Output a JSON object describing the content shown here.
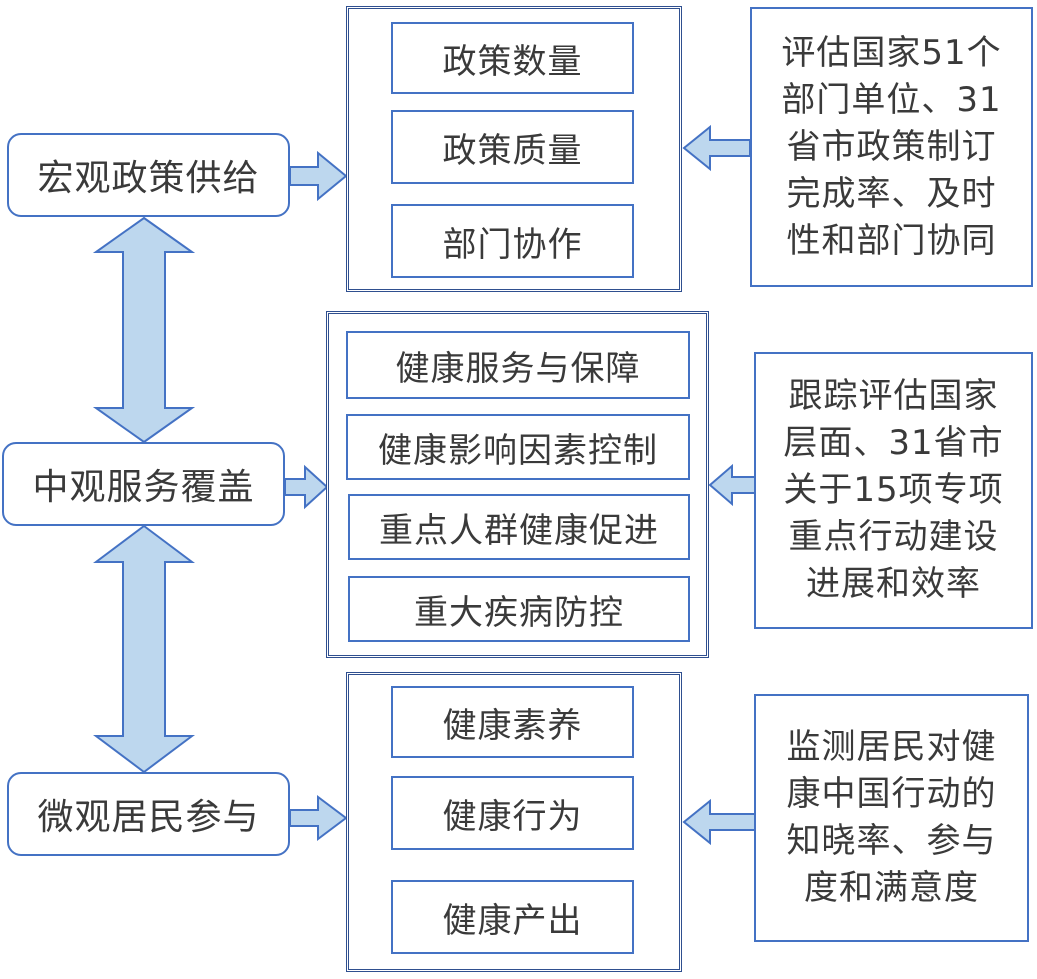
{
  "levels": {
    "macro": "宏观政策供给",
    "meso": "中观服务覆盖",
    "micro": "微观居民参与"
  },
  "groups": {
    "macro": [
      "政策数量",
      "政策质量",
      "部门协作"
    ],
    "meso": [
      "健康服务与保障",
      "健康影响因素控制",
      "重点人群健康促进",
      "重大疾病防控"
    ],
    "micro": [
      "健康素养",
      "健康行为",
      "健康产出"
    ]
  },
  "descriptions": {
    "macro": "评估国家51个\n部门单位、31\n省市政策制订\n完成率、及时\n性和部门协同",
    "meso": "跟踪评估国家\n层面、31省市\n关于15项专项\n重点行动建设\n进展和效率",
    "micro": "监测居民对健\n康中国行动的\n知晓率、参与\n度和满意度"
  },
  "colors": {
    "border": "#4472c4",
    "arrow_fill": "#bdd7ee",
    "frame": "#2f4f8f"
  }
}
